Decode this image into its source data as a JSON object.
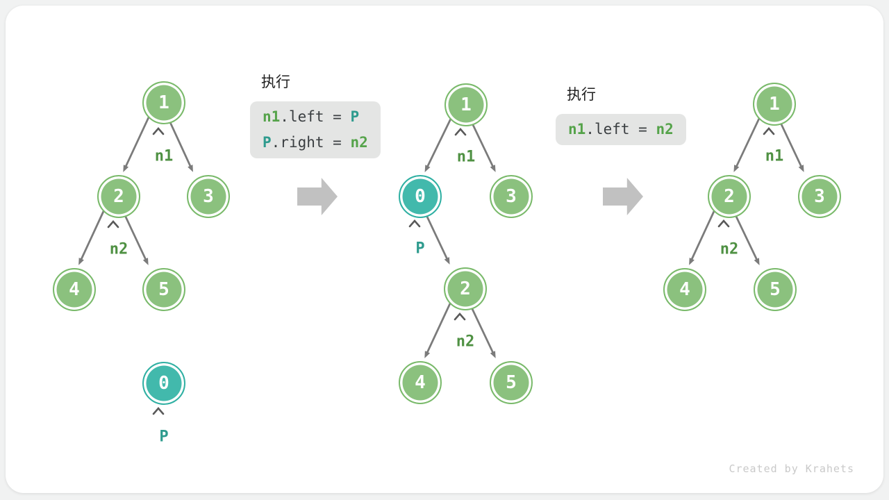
{
  "diagram": {
    "caption": "Created by Krahets",
    "colors": {
      "node_green_fill": "#8BC17E",
      "node_green_border": "#7ABA6B",
      "node_teal_fill": "#42B9AC",
      "node_teal_border": "#30B0A3",
      "edge_gray": "#7B7B7B",
      "pointer_label_green": "#4F9143",
      "pointer_label_teal": "#2E9B8E",
      "code_background": "#E4E5E4",
      "code_plain_text": "#3A3E41",
      "code_green_token": "#55A34A",
      "code_teal_token": "#2E9B8E",
      "block_arrow_gray": "#C1C1C1"
    },
    "code_blocks": [
      {
        "title": "执行",
        "lines": [
          {
            "tokens": [
              {
                "text": "n1",
                "style": "green"
              },
              {
                "text": ".left = ",
                "style": "plain"
              },
              {
                "text": "P",
                "style": "teal"
              }
            ]
          },
          {
            "tokens": [
              {
                "text": "P",
                "style": "teal"
              },
              {
                "text": ".right = ",
                "style": "plain"
              },
              {
                "text": "n2",
                "style": "green"
              }
            ]
          }
        ]
      },
      {
        "title": "执行",
        "lines": [
          {
            "tokens": [
              {
                "text": "n1",
                "style": "green"
              },
              {
                "text": ".left = ",
                "style": "plain"
              },
              {
                "text": "n2",
                "style": "green"
              }
            ]
          }
        ]
      }
    ],
    "panels": [
      {
        "name": "before-insertion",
        "nodes": [
          {
            "value": "1"
          },
          {
            "value": "2"
          },
          {
            "value": "3"
          },
          {
            "value": "4"
          },
          {
            "value": "5"
          },
          {
            "value": "0",
            "highlight": true
          }
        ],
        "pointers": [
          {
            "text": "n1"
          },
          {
            "text": "n2"
          },
          {
            "text": "P"
          }
        ]
      },
      {
        "name": "after-step-1",
        "nodes": [
          {
            "value": "1"
          },
          {
            "value": "0",
            "highlight": true
          },
          {
            "value": "3"
          },
          {
            "value": "2"
          },
          {
            "value": "4"
          },
          {
            "value": "5"
          }
        ],
        "pointers": [
          {
            "text": "n1"
          },
          {
            "text": "P"
          },
          {
            "text": "n2"
          }
        ]
      },
      {
        "name": "after-step-2",
        "nodes": [
          {
            "value": "1"
          },
          {
            "value": "2"
          },
          {
            "value": "3"
          },
          {
            "value": "4"
          },
          {
            "value": "5"
          }
        ],
        "pointers": [
          {
            "text": "n1"
          },
          {
            "text": "n2"
          }
        ]
      }
    ]
  }
}
